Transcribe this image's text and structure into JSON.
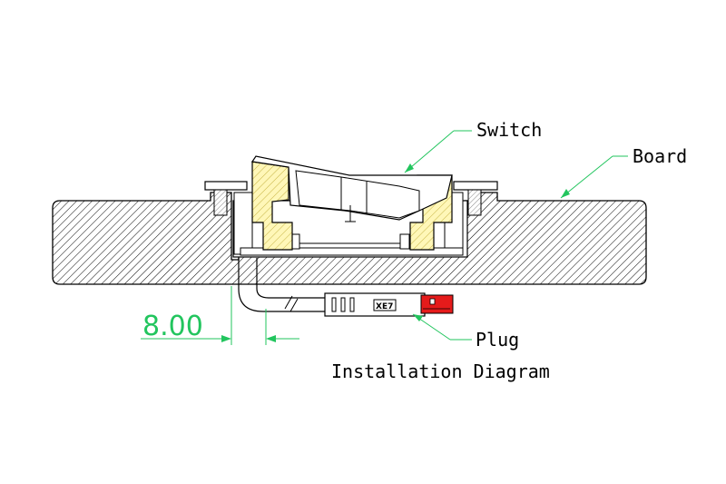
{
  "labels": {
    "switch": "Switch",
    "board": "Board",
    "plug": "Plug"
  },
  "dimension": {
    "value": "8.00"
  },
  "caption": "Installation Diagram",
  "plug_logo": "XE7",
  "colors": {
    "leader": "#22c55e",
    "switch_fill": "#fff7b8",
    "plug_accent": "#e51b1b",
    "outline": "#000000"
  }
}
